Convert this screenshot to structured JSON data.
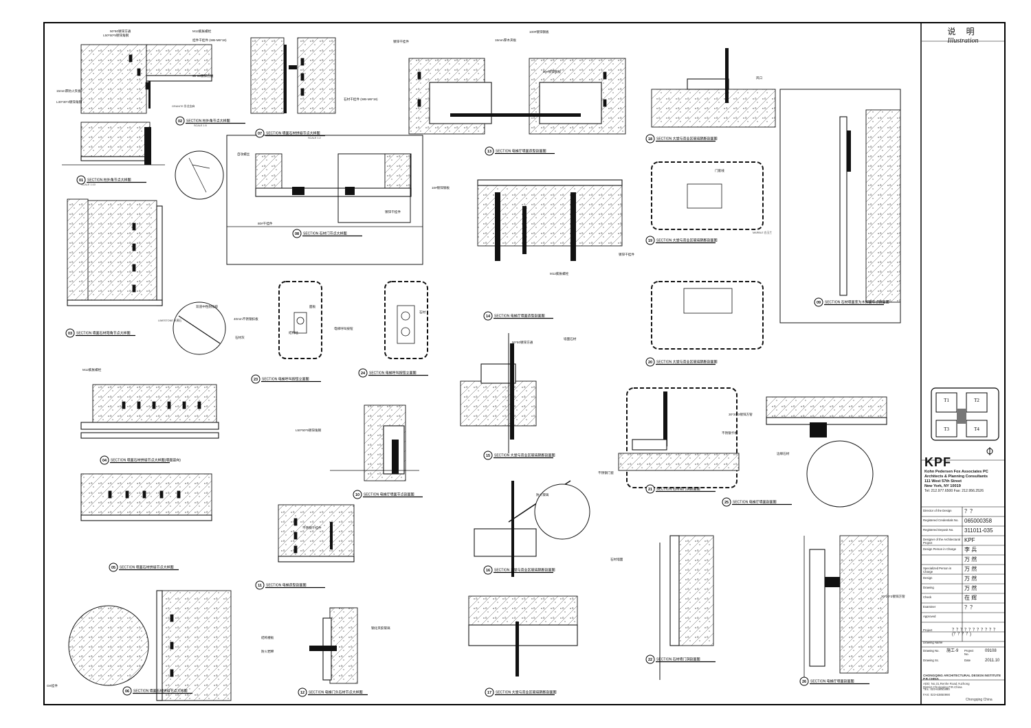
{
  "title_block": {
    "heading_zh": "说 明",
    "heading_en": "Illustration",
    "firm": {
      "logo": "KPF",
      "lines": [
        "Kohn Pedersen Fox Associates PC",
        "Architects & Planning Consultants",
        "111 West 57th Street",
        "New York, NY 10019"
      ],
      "tel": "Tel: 212.977.6500   Fax: 212.956.2526"
    },
    "key_plan": {
      "labels": [
        "T1",
        "T2",
        "T3",
        "T4"
      ]
    },
    "rows": [
      {
        "label": "Director of the Design",
        "value": "？？"
      },
      {
        "label": "Registered Credentials No.",
        "value": "065000358"
      },
      {
        "label": "Registered Deposit No.",
        "value": "311011-035"
      },
      {
        "label": "Designer of the Architectural Project",
        "value": "KPF"
      },
      {
        "label": "Design Person in Charge",
        "value": "李 兵"
      },
      {
        "label": "",
        "value": "万 然"
      },
      {
        "label": "Specialized Person in Charge",
        "value": "万 然"
      },
      {
        "label": "Design",
        "value": "万 然"
      },
      {
        "label": "Drawing",
        "value": "万 然"
      },
      {
        "label": "Check",
        "value": "在 辉"
      },
      {
        "label": "Examiner",
        "value": "？？"
      },
      {
        "label": "Approved",
        "value": ""
      }
    ],
    "project": {
      "label": "Project",
      "value": "？？？？？？？？？？？ (？？？？)"
    },
    "drawing_name_label": "Drawing Name",
    "meta": [
      {
        "label": "Drawing No.",
        "value": "施工-9",
        "label2": "Project No.",
        "value2": "09108"
      },
      {
        "label": "Drawing Sc.",
        "value": "",
        "label2": "Date",
        "value2": "2011.10"
      }
    ],
    "institute": "CHONGQING ARCHITECTURAL DESIGN INSTITUTE P.R.CHINA",
    "institute_lines": [
      "ADD: No.31,Renhe Road,Yuzhong District,Chongqing,P.R.China",
      "TEL: 023-63851990",
      "FAX: 023-63850990"
    ],
    "city": "Chongqing China"
  },
  "sections": [
    {
      "no": "02",
      "title": "SECTION 柱外角节点大样图"
    },
    {
      "no": "01",
      "title": "SECTION 柱外角节点大样图"
    },
    {
      "no": "07",
      "title": "SECTION 墙面石材拼缝节点大样图"
    },
    {
      "no": "08",
      "title": "SECTION 石材门节点大样图"
    },
    {
      "no": "03",
      "title": "SECTION 墙面石材阳角节点大样图"
    },
    {
      "no": "04",
      "title": "SECTION 墙面石材拼缝节点大样图(墙面竖向)"
    },
    {
      "no": "05",
      "title": "SECTION 墙面石材拼缝节点大样图"
    },
    {
      "no": "06",
      "title": "SECTION 墙面石材拼缝节点大样图"
    },
    {
      "no": "13",
      "title": "SECTION 电梯厅墙面造型剖面图"
    },
    {
      "no": "14",
      "title": "SECTION 电梯厅墙面造型剖面图"
    },
    {
      "no": "23",
      "title": "SECTION 电梯呼叫按钮立面图"
    },
    {
      "no": "24",
      "title": "SECTION 电梯呼叫按钮立面图"
    },
    {
      "no": "10",
      "title": "SECTION 电梯厅墙面节点剖面图"
    },
    {
      "no": "11",
      "title": "SECTION 电梯造型剖面图"
    },
    {
      "no": "12",
      "title": "SECTION 电梯门头石材节点大样图"
    },
    {
      "no": "15",
      "title": "SECTION 大堂与商业区玻璃隔断剖面图"
    },
    {
      "no": "16",
      "title": "SECTION 大堂与商业区玻璃隔断剖面图"
    },
    {
      "no": "17",
      "title": "SECTION 大堂与商业区玻璃隔断剖面图"
    },
    {
      "no": "18",
      "title": "SECTION 大堂与商业区玻璃隔断剖面图"
    },
    {
      "no": "19",
      "title": "SECTION 大堂与商业区玻璃隔断剖面图"
    },
    {
      "no": "20",
      "title": "SECTION 大堂与商业区玻璃隔断剖面图"
    },
    {
      "no": "09",
      "title": "SECTION 石材墙面变为木饰面节点剖面图"
    },
    {
      "no": "21",
      "title": "SECTION 石材墙门洞剖面图"
    },
    {
      "no": "25",
      "title": "SECTION 电梯厅墙面剖面图"
    },
    {
      "no": "22",
      "title": "SECTION 石材墙门洞剖面图"
    },
    {
      "no": "26",
      "title": "SECTION 电梯厅墙面剖面图"
    }
  ],
  "annotations": [
    "50*50镀锌方通",
    "M12膨胀螺栓",
    "L50*50*5镀锌角钢",
    "挂件干挂件 (WB-M6*18)",
    "15mm厚防火夹板",
    "L30*30*3镀锌角钢",
    "50*50镀锌方通",
    "石材干挂件 (WB-M6*18)",
    "镀锌干挂件",
    "15mm厚木夹板",
    "100#镀锌钢板",
    "80#镀锌钢板",
    "自攻螺丝",
    "80#干挂件",
    "镀锌干挂件",
    "石材灰",
    "结构柱",
    "双道中性耐候胶",
    "40mm不锈钢扣板",
    "电梯呼叫按钮",
    "面板",
    "石材",
    "M12膨胀螺栓",
    "不锈钢干挂件",
    "钢化夹胶玻璃",
    "结构楼板",
    "防火岩棉",
    "防火玻璃",
    "L50*50*5镀锌角钢",
    "20*20*2镀锌方管",
    "30*30*3镀锌方管",
    "不锈钢卡槽",
    "边缘石材",
    "不锈钢门套",
    "M12膨胀螺栓",
    "10#镀锌钢板",
    "镀锌干挂件",
    "50*50镀锌方通",
    "墙面石材",
    "风口",
    "门套线",
    "石材墙面",
    "GK挂件"
  ],
  "materials": [
    "GRANITE 卧龙金麻",
    "LIMESTONE 米黄石",
    "MARBLE 白玉兰"
  ],
  "small_captions": [
    "SCALE 1:5",
    "SCALE 1:10",
    "SCALE 1:2"
  ]
}
